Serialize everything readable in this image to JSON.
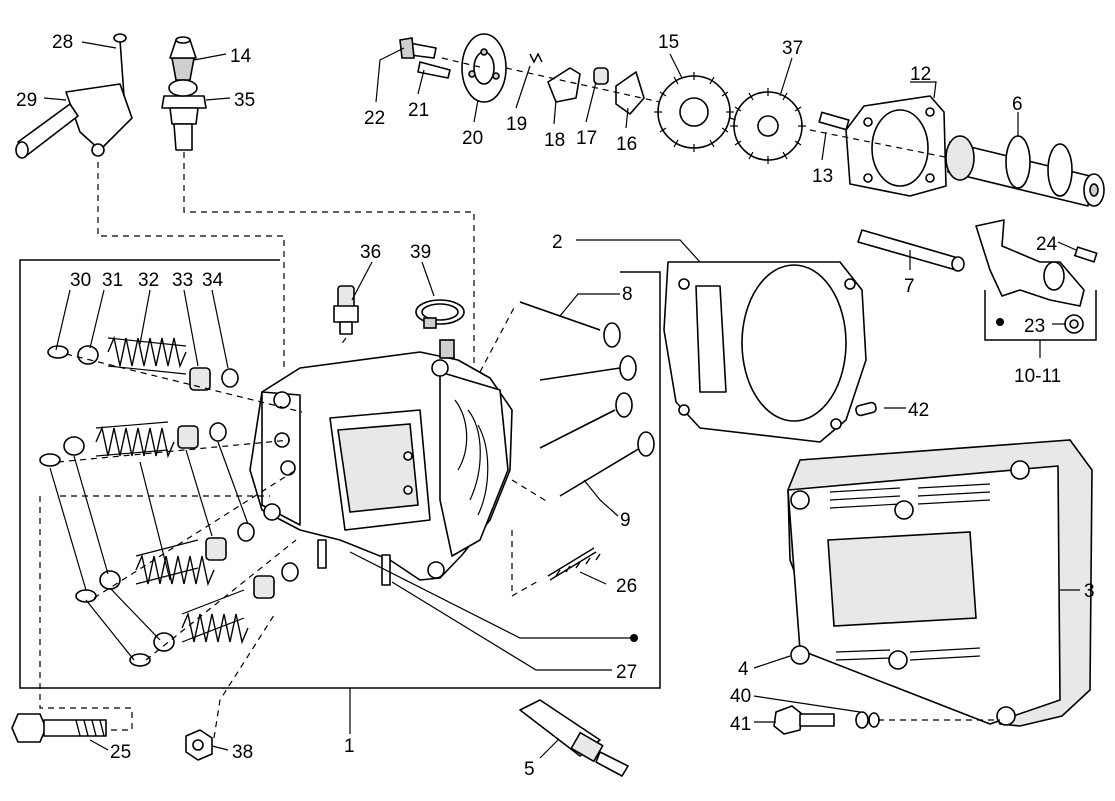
{
  "labels": {
    "l1": "1",
    "l2": "2",
    "l3": "3",
    "l4": "4",
    "l5": "5",
    "l6": "6",
    "l7": "7",
    "l8": "8",
    "l9": "9",
    "l1011": "10-11",
    "l12": "12",
    "l13": "13",
    "l14": "14",
    "l15": "15",
    "l16": "16",
    "l17": "17",
    "l18": "18",
    "l19": "19",
    "l20": "20",
    "l21": "21",
    "l22": "22",
    "l23": "23",
    "l24": "24",
    "l25": "25",
    "l26": "26",
    "l27": "27",
    "l28": "28",
    "l29": "29",
    "l30": "30",
    "l31": "31",
    "l32": "32",
    "l33": "33",
    "l34": "34",
    "l35": "35",
    "l36": "36",
    "l37": "37",
    "l38": "38",
    "l39": "39",
    "l40": "40",
    "l41": "41",
    "l42": "42"
  },
  "colors": {
    "line": "#000000",
    "background": "#ffffff",
    "shade": "#cfcfcf"
  }
}
